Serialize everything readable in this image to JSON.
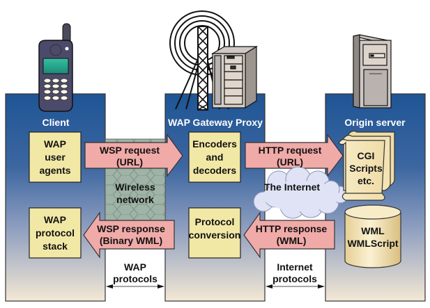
{
  "colors": {
    "panel_top": "#1f5595",
    "panel_bottom": "#f1e6d6",
    "box_fill": "#f2e8a6",
    "arrow_fill": "#f0aaa8",
    "hex_fill": "#9fb3a6",
    "cloud_fill": "#dfe3f5",
    "scroll_fill": "#f5e8c0",
    "panel_title": "#ffffff",
    "text": "#111111"
  },
  "panels": {
    "client": {
      "title": "Client",
      "box1": [
        "WAP",
        "user",
        "agents"
      ],
      "box2": [
        "WAP",
        "protocol",
        "stack"
      ]
    },
    "gateway": {
      "title": "WAP Gateway Proxy",
      "box1": [
        "Encoders",
        "and",
        "decoders"
      ],
      "box2": [
        "Protocol",
        "conversion"
      ]
    },
    "origin": {
      "title": "Origin server",
      "scripts": [
        "CGI",
        "Scripts",
        "etc."
      ],
      "database": [
        "WML",
        "WMLScript"
      ]
    }
  },
  "arrows": {
    "wsp_request": [
      "WSP request",
      "(URL)"
    ],
    "wsp_response": [
      "WSP response",
      "(Binary WML)"
    ],
    "http_request": [
      "HTTP request",
      "(URL)"
    ],
    "http_response": [
      "HTTP response",
      "(WML)"
    ]
  },
  "networks": {
    "wireless": [
      "Wireless",
      "network"
    ],
    "internet": "The Internet"
  },
  "protocols": {
    "wap": [
      "WAP",
      "protocols"
    ],
    "internet": [
      "Internet",
      "protocols"
    ]
  },
  "icons": [
    "mobile-phone-icon",
    "radio-tower-icon",
    "server-rack-icon",
    "tower-server-icon",
    "cloud-icon",
    "scroll-icon",
    "database-icon"
  ]
}
